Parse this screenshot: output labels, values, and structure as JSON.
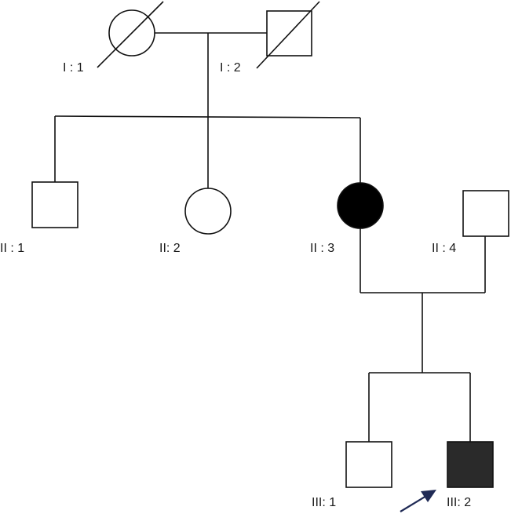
{
  "individuals": {
    "I_1": {
      "label": "I : 1",
      "sex": "female",
      "affected": false,
      "deceased": true
    },
    "I_2": {
      "label": "I : 2",
      "sex": "male",
      "affected": false,
      "deceased": true
    },
    "II_1": {
      "label": "II : 1",
      "sex": "male",
      "affected": false,
      "deceased": false
    },
    "II_2": {
      "label": "II: 2",
      "sex": "female",
      "affected": false,
      "deceased": false
    },
    "II_3": {
      "label": "II : 3",
      "sex": "female",
      "affected": true,
      "deceased": false
    },
    "II_4": {
      "label": "II : 4",
      "sex": "male",
      "affected": false,
      "deceased": false
    },
    "III_1": {
      "label": "III: 1",
      "sex": "male",
      "affected": false,
      "deceased": false
    },
    "III_2": {
      "label": "III: 2",
      "sex": "male",
      "affected": true,
      "deceased": false,
      "proband": true
    }
  },
  "colors": {
    "line": "#111111",
    "unaffected_fill": "#ffffff",
    "affected_female_fill": "#000000",
    "affected_male_fill": "#2a2a2a",
    "proband_arrow": "#1f2a55"
  }
}
